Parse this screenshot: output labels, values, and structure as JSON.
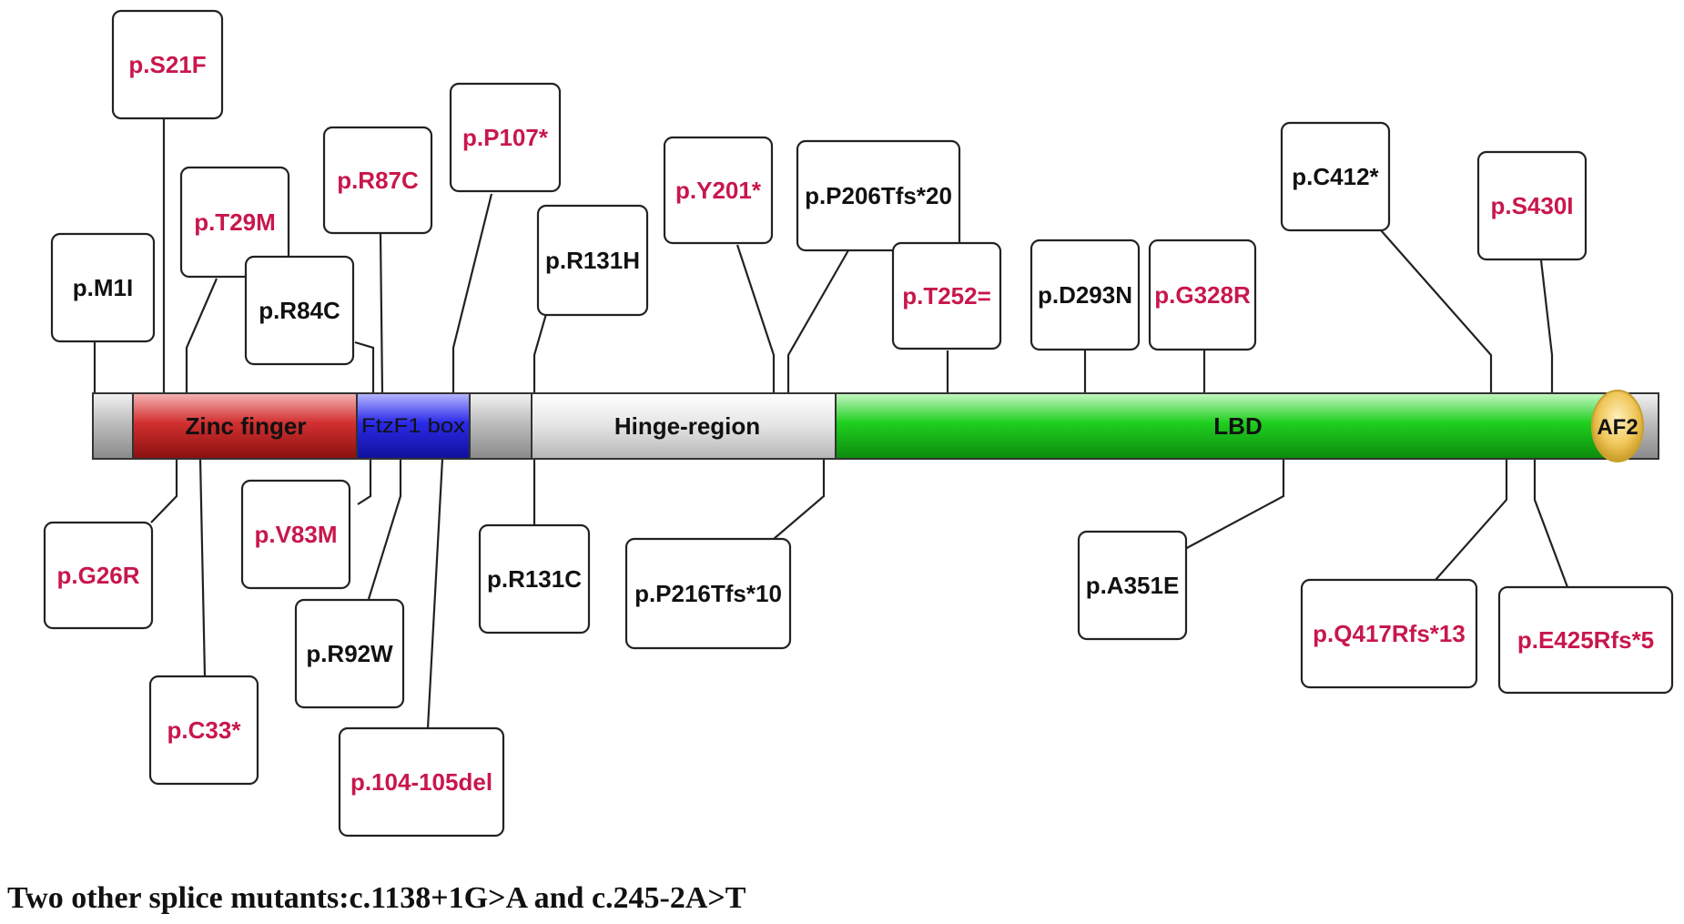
{
  "colors": {
    "pathogenic": "#c8174b",
    "neutral": "#111111",
    "zinc_finger": "#d23030",
    "ftzf1_box": "#2a2ae8",
    "hinge": "#e4e4e4",
    "lbd": "#1fcf1f",
    "af2": "#f0c75a",
    "spacer": "#bdbdbd"
  },
  "domains": [
    {
      "id": "zinc-finger",
      "label": "Zinc finger"
    },
    {
      "id": "ftzf1-box",
      "label": "FtzF1 box"
    },
    {
      "id": "hinge-region",
      "label": "Hinge-region"
    },
    {
      "id": "lbd",
      "label": "LBD"
    },
    {
      "id": "af2",
      "label": "AF2"
    }
  ],
  "mutations": [
    {
      "id": "p-s21f",
      "label": "p.S21F",
      "color": "pathogenic"
    },
    {
      "id": "p-m1i",
      "label": "p.M1I",
      "color": "neutral"
    },
    {
      "id": "p-t29m",
      "label": "p.T29M",
      "color": "pathogenic"
    },
    {
      "id": "p-r84c",
      "label": "p.R84C",
      "color": "neutral"
    },
    {
      "id": "p-r87c",
      "label": "p.R87C",
      "color": "pathogenic"
    },
    {
      "id": "p-p107",
      "label": "p.P107*",
      "color": "pathogenic"
    },
    {
      "id": "p-r131h",
      "label": "p.R131H",
      "color": "neutral"
    },
    {
      "id": "p-y201",
      "label": "p.Y201*",
      "color": "pathogenic"
    },
    {
      "id": "p-p206tfs20",
      "label": "p.P206Tfs*20",
      "color": "neutral"
    },
    {
      "id": "p-t252",
      "label": "p.T252=",
      "color": "pathogenic"
    },
    {
      "id": "p-d293n",
      "label": "p.D293N",
      "color": "neutral"
    },
    {
      "id": "p-g328r",
      "label": "p.G328R",
      "color": "pathogenic"
    },
    {
      "id": "p-c412",
      "label": "p.C412*",
      "color": "neutral"
    },
    {
      "id": "p-s430i",
      "label": "p.S430I",
      "color": "pathogenic"
    },
    {
      "id": "p-g26r",
      "label": "p.G26R",
      "color": "pathogenic"
    },
    {
      "id": "p-v83m",
      "label": "p.V83M",
      "color": "pathogenic"
    },
    {
      "id": "p-c33",
      "label": "p.C33*",
      "color": "pathogenic"
    },
    {
      "id": "p-r92w",
      "label": "p.R92W",
      "color": "neutral"
    },
    {
      "id": "p-104-105del",
      "label": "p.104-105del",
      "color": "pathogenic"
    },
    {
      "id": "p-r131c",
      "label": "p.R131C",
      "color": "neutral"
    },
    {
      "id": "p-p216tfs10",
      "label": "p.P216Tfs*10",
      "color": "neutral"
    },
    {
      "id": "p-a351e",
      "label": "p.A351E",
      "color": "neutral"
    },
    {
      "id": "p-q417rfs13",
      "label": "p.Q417Rfs*13",
      "color": "pathogenic"
    },
    {
      "id": "p-e425rfs5",
      "label": "p.E425Rfs*5",
      "color": "pathogenic"
    }
  ],
  "footnote": "Two other splice mutants:c.1138+1G>A and c.245-2A>T"
}
